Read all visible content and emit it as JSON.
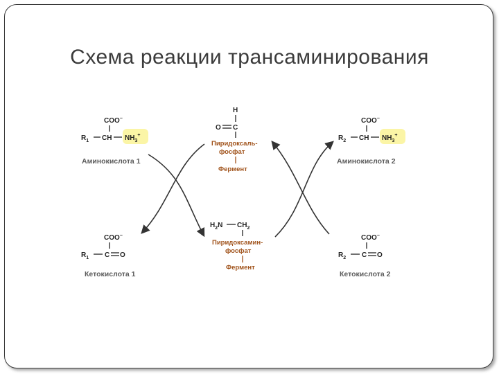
{
  "title": "Схема реакции трансаминирования",
  "diagram": {
    "aminoacid1": {
      "coo": "COO",
      "coo_charge": "−",
      "r": "R",
      "r_sub": "1",
      "ch": "CH",
      "group": "NH",
      "group_sub": "3",
      "group_charge": "+",
      "label": "Аминокислота 1"
    },
    "aminoacid2": {
      "coo": "COO",
      "coo_charge": "−",
      "r": "R",
      "r_sub": "2",
      "ch": "CH",
      "group": "NH",
      "group_sub": "3",
      "group_charge": "+",
      "label": "Аминокислота 2"
    },
    "ketoacid1": {
      "coo": "COO",
      "coo_charge": "−",
      "r": "R",
      "r_sub": "1",
      "c": "C",
      "o": "O",
      "label": "Кетокислота 1"
    },
    "ketoacid2": {
      "coo": "COO",
      "coo_charge": "−",
      "r": "R",
      "r_sub": "2",
      "c": "C",
      "o": "O",
      "label": "Кетокислота 2"
    },
    "pyridoxal": {
      "h": "H",
      "o": "O",
      "c": "C",
      "name_line1": "Пиридоксаль-",
      "name_line2": "фосфат",
      "enzyme": "Фермент"
    },
    "pyridoxamine": {
      "h2n": "H",
      "h2n_sub": "2",
      "n": "N",
      "ch2": "CH",
      "ch2_sub": "2",
      "name_line1": "Пиридоксамин-",
      "name_line2": "фосфат",
      "enzyme": "Фермент"
    },
    "colors": {
      "highlight": "#fbf5a6",
      "brown": "#a0521a",
      "text": "#222222",
      "label": "#5b5b5b"
    }
  }
}
